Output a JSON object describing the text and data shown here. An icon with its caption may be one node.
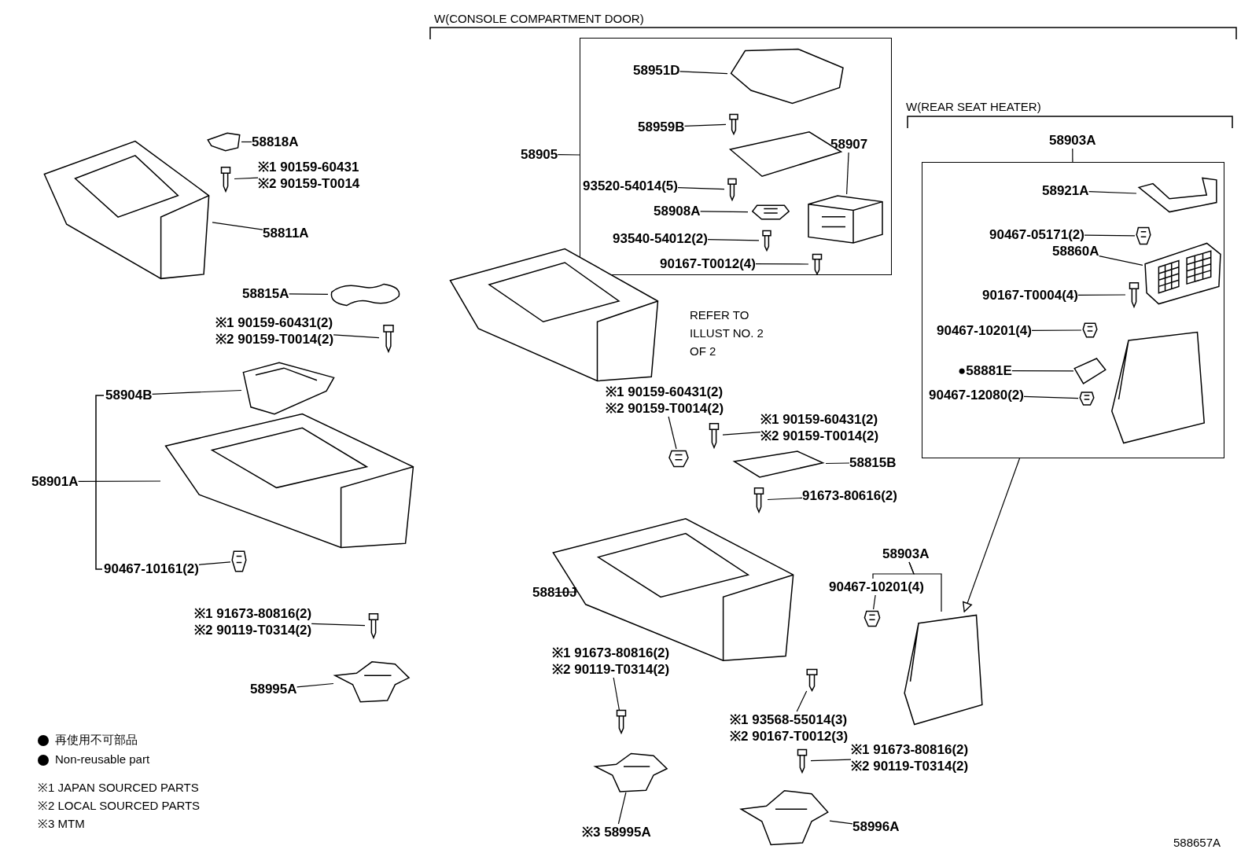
{
  "diagram": {
    "nodes": [
      {
        "text": [
          "58818A"
        ]
      },
      {
        "text": [],
        "shape": "picture"
      },
      {
        "text": [
          "※1 90159-60431",
          "※2 90159-T0014"
        ]
      },
      {
        "text": [],
        "shape": "picture"
      },
      {
        "text": [
          "58811A"
        ]
      },
      {
        "text": [],
        "shape": "picture"
      },
      {
        "text": [
          "58815A"
        ]
      },
      {
        "text": [],
        "shape": "picture"
      },
      {
        "text": [
          "※1 90159-60431(2)",
          "※2 90159-T0014(2)"
        ]
      },
      {
        "text": [],
        "shape": "picture"
      },
      {
        "text": [
          "58904B"
        ]
      },
      {
        "text": [],
        "shape": "picture"
      },
      {
        "text": [
          "58901A"
        ]
      },
      {
        "text": [],
        "shape": "picture"
      },
      {
        "text": [
          "90467-10161(2)"
        ]
      },
      {
        "text": [],
        "shape": "picture"
      },
      {
        "text": [
          "※1 91673-80816(2)",
          "※2 90119-T0314(2)"
        ]
      },
      {
        "text": [],
        "shape": "picture"
      },
      {
        "text": [
          "58995A"
        ]
      },
      {
        "text": [],
        "shape": "picture"
      },
      {
        "text": [
          "58905"
        ]
      },
      {
        "text": [],
        "shape": "box"
      },
      {
        "text": [
          "58951D"
        ],
        "in": 21
      },
      {
        "text": [],
        "shape": "picture",
        "in": 21
      },
      {
        "text": [
          "58959B"
        ],
        "in": 21
      },
      {
        "text": [],
        "shape": "picture",
        "in": 21
      },
      {
        "text": [
          "58907"
        ],
        "in": 21
      },
      {
        "text": [],
        "shape": "picture",
        "in": 21
      },
      {
        "text": [
          "93520-54014(5)"
        ],
        "in": 21
      },
      {
        "text": [],
        "shape": "picture",
        "in": 21
      },
      {
        "text": [
          "58908A"
        ],
        "in": 21
      },
      {
        "text": [],
        "shape": "picture",
        "in": 21
      },
      {
        "text": [
          "93540-54012(2)"
        ],
        "in": 21
      },
      {
        "text": [],
        "shape": "picture",
        "in": 21
      },
      {
        "text": [
          "90167-T0012(4)"
        ],
        "in": 21
      },
      {
        "text": [],
        "shape": "picture",
        "in": 21
      },
      {
        "text": [
          "※1 90159-60431(2)",
          "※2 90159-T0014(2)"
        ]
      },
      {
        "text": [],
        "shape": "picture"
      },
      {
        "text": [
          "※1 90159-60431(2)",
          "※2 90159-T0014(2)"
        ]
      },
      {
        "text": [],
        "shape": "picture"
      },
      {
        "text": [
          "58815B"
        ]
      },
      {
        "text": [],
        "shape": "picture"
      },
      {
        "text": [
          "91673-80616(2)"
        ]
      },
      {
        "text": [],
        "shape": "picture"
      },
      {
        "text": [
          "58810J"
        ]
      },
      {
        "text": [],
        "shape": "picture"
      },
      {
        "text": [
          "※1 91673-80816(2)",
          "※2 90119-T0314(2)"
        ]
      },
      {
        "text": [],
        "shape": "picture"
      },
      {
        "text": [
          "※3 58995A"
        ]
      },
      {
        "text": [],
        "shape": "picture"
      },
      {
        "text": [
          "※1 93568-55014(3)",
          "※2 90167-T0012(3)"
        ]
      },
      {
        "text": [],
        "shape": "picture"
      },
      {
        "text": [
          "※1 91673-80816(2)",
          "※2 90119-T0314(2)"
        ]
      },
      {
        "text": [],
        "shape": "picture"
      },
      {
        "text": [
          "58996A"
        ]
      },
      {
        "text": [],
        "shape": "picture"
      },
      {
        "text": [
          "58903A"
        ]
      },
      {
        "text": [],
        "shape": "box"
      },
      {
        "text": [
          "58921A"
        ],
        "in": 57
      },
      {
        "text": [],
        "shape": "picture",
        "in": 57
      },
      {
        "text": [
          "90467-05171(2)"
        ],
        "in": 57
      },
      {
        "text": [],
        "shape": "picture",
        "in": 57
      },
      {
        "text": [
          "58860A"
        ],
        "in": 57
      },
      {
        "text": [],
        "shape": "picture",
        "in": 57
      },
      {
        "text": [
          "90167-T0004(4)"
        ],
        "in": 57
      },
      {
        "text": [],
        "shape": "picture",
        "in": 57
      },
      {
        "text": [
          "90467-10201(4)"
        ],
        "in": 57
      },
      {
        "text": [],
        "shape": "picture",
        "in": 57
      },
      {
        "text": [
          "●58881E"
        ],
        "in": 57
      },
      {
        "text": [],
        "shape": "picture",
        "in": 57
      },
      {
        "text": [
          "90467-12080(2)"
        ],
        "in": 57
      },
      {
        "text": [],
        "shape": "picture",
        "in": 57
      },
      {
        "text": [
          "58903A"
        ]
      },
      {
        "text": [
          "90467-10201(4)"
        ]
      },
      {
        "text": [],
        "shape": "picture"
      },
      {
        "text": [],
        "shape": "picture"
      }
    ],
    "edges": [
      {
        "from": 0,
        "to": 1,
        "arrow": "none"
      },
      {
        "from": 2,
        "to": 3,
        "arrow": "none"
      },
      {
        "from": 4,
        "to": 5,
        "arrow": "none"
      },
      {
        "from": 6,
        "to": 7,
        "arrow": "none"
      },
      {
        "from": 8,
        "to": 9,
        "arrow": "none"
      },
      {
        "from": 10,
        "to": 11,
        "arrow": "none"
      },
      {
        "from": 12,
        "to": 13,
        "arrow": "none"
      },
      {
        "from": 14,
        "to": 15,
        "arrow": "none"
      },
      {
        "from": 16,
        "to": 17,
        "arrow": "none"
      },
      {
        "from": 18,
        "to": 19,
        "arrow": "none"
      },
      {
        "from": 20,
        "to": 21,
        "arrow": "none"
      },
      {
        "from": 22,
        "to": 23,
        "arrow": "none"
      },
      {
        "from": 24,
        "to": 25,
        "arrow": "none"
      },
      {
        "from": 26,
        "to": 27,
        "arrow": "none"
      },
      {
        "from": 28,
        "to": 29,
        "arrow": "none"
      },
      {
        "from": 30,
        "to": 31,
        "arrow": "none"
      },
      {
        "from": 32,
        "to": 33,
        "arrow": "none"
      },
      {
        "from": 34,
        "to": 35,
        "arrow": "none"
      },
      {
        "from": 36,
        "to": 37,
        "arrow": "none"
      },
      {
        "from": 38,
        "to": 39,
        "arrow": "none"
      },
      {
        "from": 40,
        "to": 41,
        "arrow": "none"
      },
      {
        "from": 42,
        "to": 43,
        "arrow": "none"
      },
      {
        "from": 44,
        "to": 45,
        "arrow": "none"
      },
      {
        "from": 46,
        "to": 47,
        "arrow": "none"
      },
      {
        "from": 48,
        "to": 49,
        "arrow": "none"
      },
      {
        "from": 50,
        "to": 51,
        "arrow": "none"
      },
      {
        "from": 52,
        "to": 53,
        "arrow": "none"
      },
      {
        "from": 54,
        "to": 55,
        "arrow": "none"
      },
      {
        "from": 56,
        "to": 57,
        "arrow": "none"
      },
      {
        "from": 58,
        "to": 59,
        "arrow": "none"
      },
      {
        "from": 60,
        "to": 61,
        "arrow": "none"
      },
      {
        "from": 62,
        "to": 63,
        "arrow": "none"
      },
      {
        "from": 64,
        "to": 65,
        "arrow": "none"
      },
      {
        "from": 66,
        "to": 67,
        "arrow": "none"
      },
      {
        "from": 68,
        "to": 69,
        "arrow": "none"
      },
      {
        "from": 70,
        "to": 71,
        "arrow": "none"
      },
      {
        "from": 72,
        "to": 75,
        "arrow": "none"
      },
      {
        "from": 72,
        "to": 73,
        "arrow": "none"
      },
      {
        "from": 73,
        "to": 74,
        "arrow": "none"
      },
      {
        "from": 57,
        "to": 75,
        "arrow": "to"
      }
    ],
    "labels": [
      "W(CONSOLE COMPARTMENT DOOR)",
      "W(REAR SEAT HEATER)",
      "REFER TO ILLUST NO. 2 OF 2",
      "※1 JAPAN SOURCED PARTS",
      "※2 LOCAL SOURCED PARTS",
      "※3 MTM",
      "588657A"
    ],
    "legend": [
      {
        "text": "再使用不可部品"
      },
      {
        "text": "Non-reusable part"
      }
    ]
  }
}
